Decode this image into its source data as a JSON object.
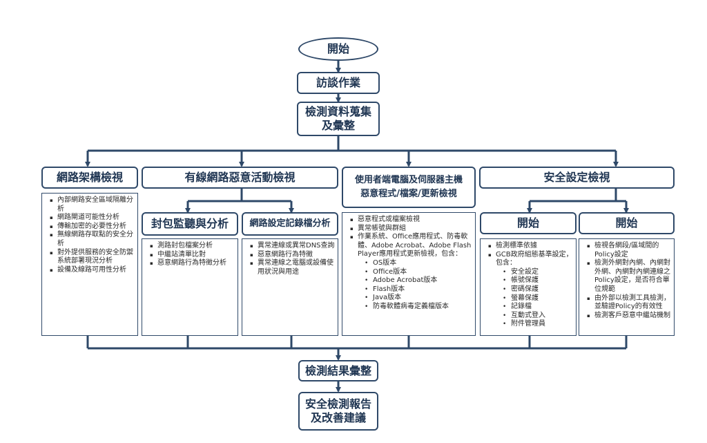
{
  "nodes": {
    "start": "開始",
    "interview": "訪談作業",
    "collect_line1": "檢測資料蒐集",
    "collect_line2": "及彙整",
    "network_arch": "網路架構檢視",
    "wired_malicious": "有線網路惡意活動檢視",
    "endpoint_line1": "使用者端電腦及伺服器主機",
    "endpoint_line2": "惡意程式/檔案/更新檢視",
    "security_config": "安全設定檢視",
    "packet_monitor": "封包監聽與分析",
    "netdev_log": "網路設定記錄檔分析",
    "sub_start_1": "開始",
    "sub_start_2": "開始",
    "result_summary": "檢測結果彙整",
    "report_line1": "安全檢測報告",
    "report_line2": "及改善建議"
  },
  "lists": {
    "network_arch": [
      "內部網路安全區域隔離分析",
      "網路閘道可能性分析",
      "傳輸加密的必要性分析",
      "無線網路存取點的安全分析",
      "對外提供服務的安全防禦系統部署現況分析",
      "設備及線路可用性分析"
    ],
    "packet_monitor": [
      "測路封包檔案分析",
      "中繼站清單比對",
      "惡意網路行為特徵分析"
    ],
    "netdev_log": [
      "異常連線或異常DNS查詢",
      "惡意網路行為特徵",
      "異常連線之電腦或設備使用狀況與用途"
    ],
    "endpoint": {
      "items": [
        "惡意程式或檔案檢視",
        "異常帳號與群組",
        "作業系統、Office應用程式、防毒軟體、Adobe Acrobat、Adobe Flash Player應用程式更新檢視，包含："
      ],
      "sub": [
        "OS版本",
        "Office版本",
        "Adobe Acrobat版本",
        "Flash版本",
        "Java版本",
        "防毒軟體病毒定義檔版本"
      ]
    },
    "config_left": {
      "items": [
        "檢測標準依據",
        "GCB政府組態基準設定，包含："
      ],
      "sub": [
        "安全設定",
        "帳號保護",
        "密碼保護",
        "螢幕保護",
        "記錄檔",
        "互動式登入",
        "附件管理員"
      ]
    },
    "config_right": [
      "檢視各網段/區域間的Policy設定",
      "檢測外網對內網、內網對外網、內網對內網連線之Policy設定，是否符合單位規範",
      "由外部以檢測工具檢測，並驗證Policy的有效性",
      "檢測客戶惡意中繼站機制"
    ]
  }
}
